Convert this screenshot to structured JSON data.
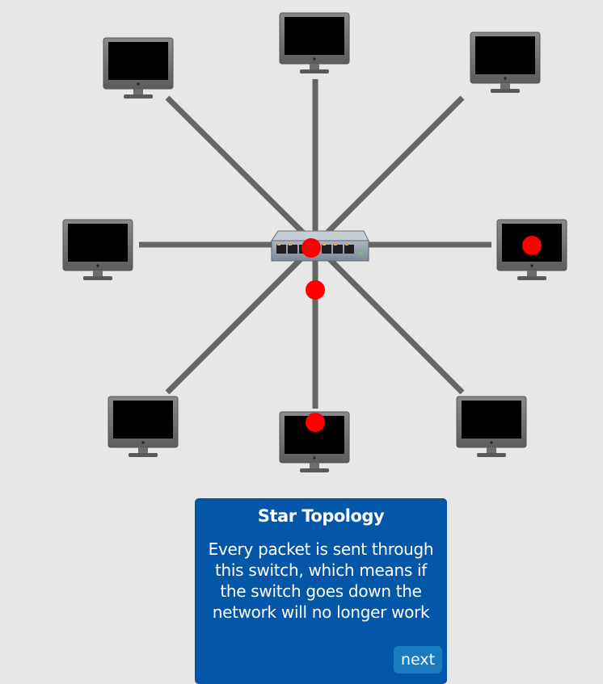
{
  "diagram": {
    "topology": "star",
    "hub": "switch",
    "computers": [
      {
        "id": "top-left"
      },
      {
        "id": "top"
      },
      {
        "id": "top-right"
      },
      {
        "id": "left"
      },
      {
        "id": "right",
        "has_packet": true
      },
      {
        "id": "bottom-left"
      },
      {
        "id": "bottom",
        "has_packet": true
      },
      {
        "id": "bottom-right"
      }
    ],
    "packets_in_transit": 2,
    "colors": {
      "background": "#e7e7e7",
      "cable": "#666666",
      "packet": "#ff0000",
      "panel": "#0456a8",
      "button": "#1a7cc0"
    }
  },
  "panel": {
    "title": "Star Topology",
    "body_lines": [
      "Every packet is sent through",
      "this switch, which means if",
      "the switch goes down the",
      "network will no longer work"
    ],
    "next_label": "next"
  }
}
